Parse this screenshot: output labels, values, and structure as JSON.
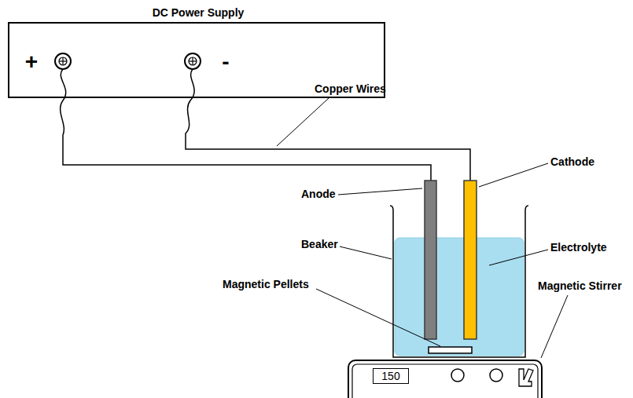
{
  "diagram": {
    "nodes": [
      {
        "text": [
          "DC Power Supply",
          "+",
          "-"
        ]
      },
      {
        "text": [
          "150"
        ]
      }
    ],
    "labels": [
      "Copper Wires",
      "Anode",
      "Cathode",
      "Beaker",
      "Electrolyte",
      "Magnetic Pellets",
      "Magnetic Stirrer"
    ]
  }
}
